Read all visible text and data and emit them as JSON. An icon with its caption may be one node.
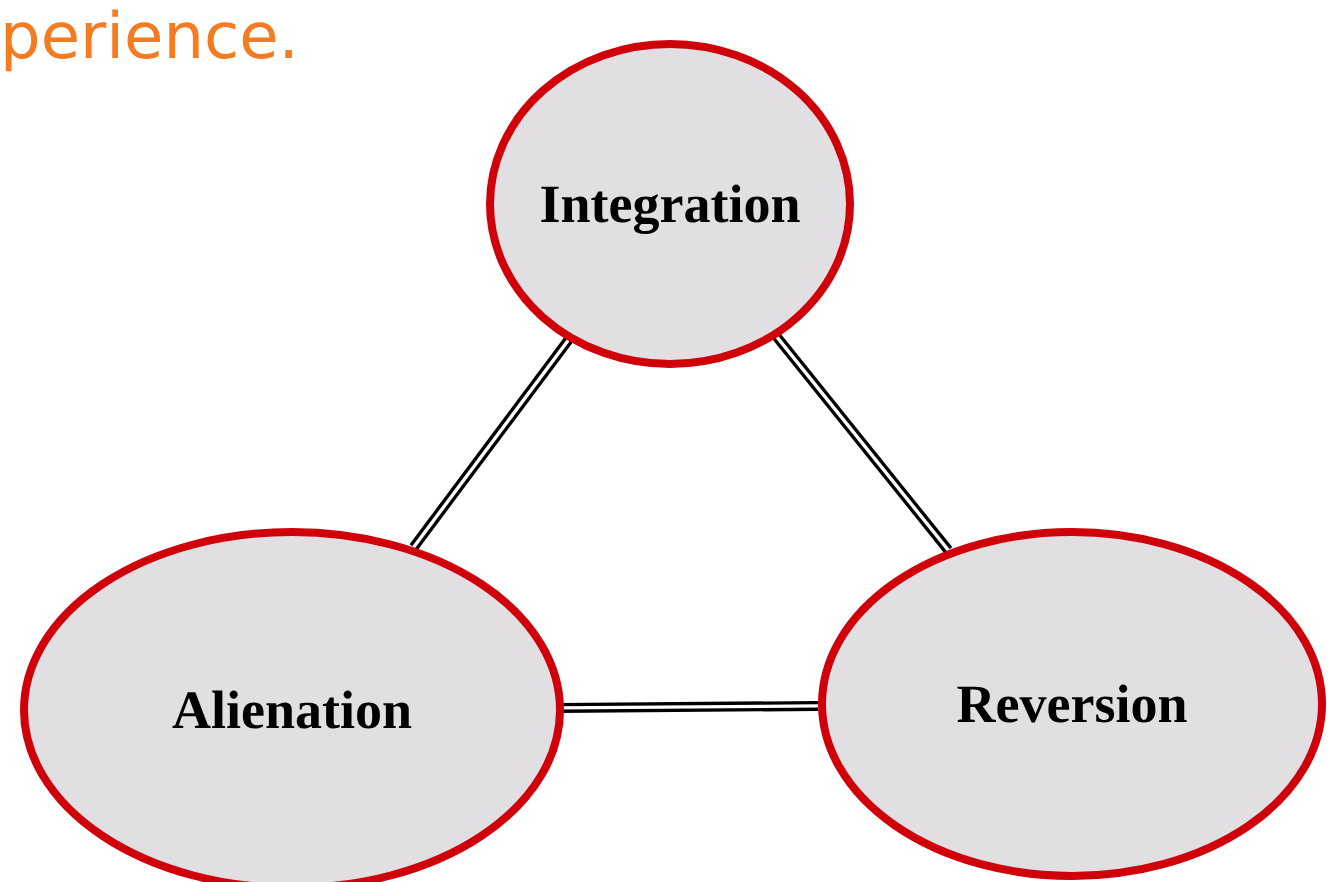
{
  "diagram": {
    "nodes": [
      {
        "text": [
          "Integration"
        ]
      },
      {
        "text": [
          "Alienation"
        ]
      },
      {
        "text": [
          "Reversion"
        ]
      }
    ],
    "edges": [
      {
        "from": 0,
        "to": 1,
        "arrow": "none"
      },
      {
        "from": 0,
        "to": 2,
        "arrow": "none"
      },
      {
        "from": 1,
        "to": 2,
        "arrow": "none"
      }
    ],
    "labels": [
      "perience."
    ]
  }
}
